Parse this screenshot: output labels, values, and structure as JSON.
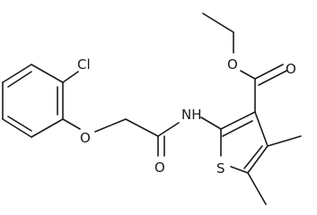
{
  "molecule": {
    "atoms": {
      "cl": "Cl",
      "o_ether": "O",
      "o_amide": "O",
      "nh": "NH",
      "s": "S",
      "o_ester": "O",
      "o_carbonyl": "O"
    }
  }
}
